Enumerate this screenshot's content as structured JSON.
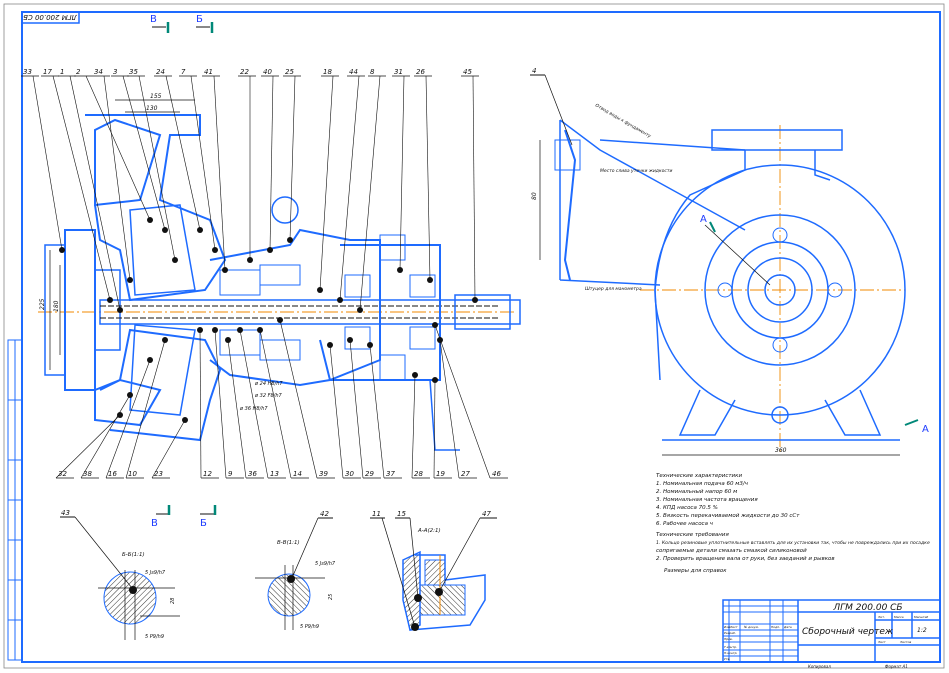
{
  "drawing": {
    "designation": "ЛГМ 200.00 СБ",
    "designation_rotated": "ЛГМ 200.00 СБ",
    "title": "Сборочный чертеж",
    "sheet_mark": "1:2",
    "bottom_left_caption": "Копировал",
    "bottom_right_caption": "Формат А1"
  },
  "section_marks": {
    "top_v": "В",
    "top_b": "Б",
    "bottom_v": "В",
    "bottom_b": "Б",
    "view_a": "A",
    "view_a_right": "A"
  },
  "sections": {
    "b_b": "Б-Б(1:1)",
    "v_v": "В-В(1:1)",
    "a_a": "А-А(2:1)"
  },
  "dimensions": {
    "main_top_1": "155",
    "main_top_2": "130",
    "main_left_1": "225",
    "main_left_2": "180",
    "base_width": "360",
    "bracket_height": "80",
    "fit_1": "ø 24 H8/h7",
    "fit_2": "ø 32 F8/h7",
    "fit_3": "ø 36 H8/h7",
    "bb_fit_top": "5 Js9/h7",
    "bb_fit_bottom": "5 P9/h9",
    "bb_side": "28",
    "vv_fit_top": "5 Js9/h7",
    "vv_fit_bottom": "5 P9/h9",
    "vv_side": "25",
    "bracket_note_1": "Отвод воды к фундаменту",
    "bracket_note_2": "Место слива утечки жидкости",
    "bracket_note_3": "Штуцер для манометра"
  },
  "top_labels": [
    "33",
    "17",
    "1",
    "2",
    "34",
    "3",
    "35",
    "24",
    "7",
    "41",
    "22",
    "40",
    "25",
    "18",
    "44",
    "8",
    "31",
    "26",
    "45"
  ],
  "bottom_labels": [
    "32",
    "38",
    "16",
    "10",
    "23",
    "12",
    "9",
    "36",
    "13",
    "14",
    "39",
    "30",
    "29",
    "37",
    "28",
    "19",
    "27",
    "46"
  ],
  "right_view_labels": [
    "4"
  ],
  "section_labels": [
    "43",
    "42",
    "11",
    "15",
    "47"
  ],
  "tech_characteristics": {
    "heading": "Технические характеристики",
    "items": [
      "1. Номинальная подача 60 м3/ч",
      "2. Номинальный напор 60 м",
      "3. Номинальная частота вращения",
      "4. КПД насоса 70.5 %",
      "5. Вязкость перекачиваемой жидкости до 30 сСт",
      "6. Рабочее насоса ч"
    ]
  },
  "tech_requirements": {
    "heading": "Технические требования",
    "items": [
      "1. Кольцо резиновые уплотнительные вставлять для их установки так, чтобы не повреждались при их посадке",
      "сопрягаемые детали смазать смазкой силиконовой",
      "2. Проверить вращение вала от руки, без заеданий и рывков",
      "Размеры для справок"
    ]
  },
  "title_block_headers": [
    "Изм.",
    "Лист",
    "№ докум.",
    "Подп.",
    "Дата",
    "Разраб.",
    "Пров.",
    "Т.контр.",
    "Н.контр.",
    "Утв.",
    "Лит.",
    "Масса",
    "Масштаб",
    "Лист",
    "Листов"
  ],
  "colors": {
    "outline": "#1e6bff",
    "line": "#111111",
    "axis": "#f08a00",
    "marker": "#008878",
    "hatch": "#333333"
  }
}
